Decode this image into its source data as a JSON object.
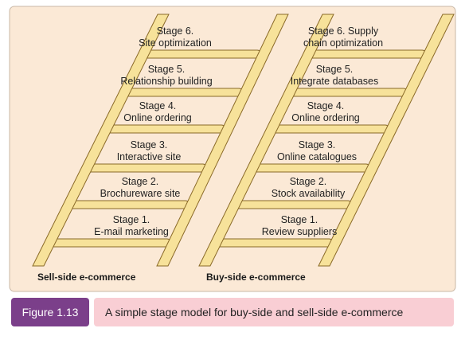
{
  "colors": {
    "panel_bg": "#fbe9d6",
    "panel_border": "#c9b8a6",
    "ladder_fill": "#f7e29a",
    "ladder_stroke": "#8a6a28",
    "figure_tab": "#7b3f8a",
    "caption_bg": "#f9ced4"
  },
  "figure": {
    "number": "Figure 1.13",
    "caption": "A simple stage model for buy-side and sell-side e-commerce"
  },
  "ladders": [
    {
      "caption": "Sell-side e-commerce",
      "stages": [
        {
          "lines": [
            "Stage 1.",
            "E-mail marketing"
          ]
        },
        {
          "lines": [
            "Stage 2.",
            "Brochureware site"
          ]
        },
        {
          "lines": [
            "Stage 3.",
            "Interactive site"
          ]
        },
        {
          "lines": [
            "Stage 4.",
            "Online ordering"
          ]
        },
        {
          "lines": [
            "Stage 5.",
            "Relationship building"
          ]
        },
        {
          "lines": [
            "Stage 6.",
            "Site optimization"
          ]
        }
      ]
    },
    {
      "caption": "Buy-side e-commerce",
      "stages": [
        {
          "lines": [
            "Stage 1.",
            "Review suppliers"
          ]
        },
        {
          "lines": [
            "Stage 2.",
            "Stock availability"
          ]
        },
        {
          "lines": [
            "Stage 3.",
            "Online catalogues"
          ]
        },
        {
          "lines": [
            "Stage 4.",
            "Online ordering"
          ]
        },
        {
          "lines": [
            "Stage 5.",
            "Integrate databases"
          ]
        },
        {
          "lines": [
            "Stage 6. Supply",
            "chain optimization"
          ]
        }
      ]
    }
  ]
}
